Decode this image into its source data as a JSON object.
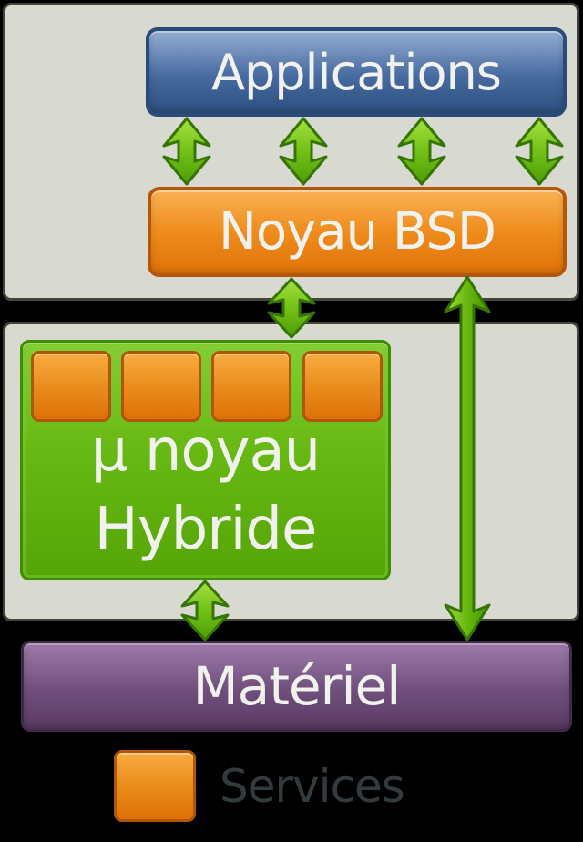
{
  "diagram": {
    "layers": {
      "applications": {
        "label": "Applications"
      },
      "bsd_kernel": {
        "label": "Noyau BSD"
      },
      "microkernel": {
        "line1": "µ noyau",
        "line2": "Hybride"
      },
      "hardware": {
        "label": "Matériel"
      }
    },
    "legend": {
      "label": "Services"
    },
    "service_modules_count": 4,
    "colors": {
      "background": "#000000",
      "panel_fill": "#d8dad2",
      "panel_border": "#43453b",
      "applications_gradient_top": "#93aed2",
      "applications_gradient_bottom": "#2d5080",
      "applications_border": "#2a4a78",
      "orange_gradient_top": "#f9b254",
      "orange_gradient_bottom": "#e0740a",
      "orange_border": "#b45708",
      "green_gradient_top": "#83ce34",
      "green_gradient_bottom": "#55a507",
      "green_border": "#3f8c05",
      "purple_gradient_top": "#9e7caa",
      "purple_gradient_bottom": "#5a3a64",
      "purple_border": "#3f2b49",
      "arrow_fill_light": "#a6e141",
      "arrow_fill_dark": "#4e9d05",
      "arrow_outline": "#357504",
      "label_text": "#f1f1ee",
      "legend_text": "#333a3e"
    }
  }
}
